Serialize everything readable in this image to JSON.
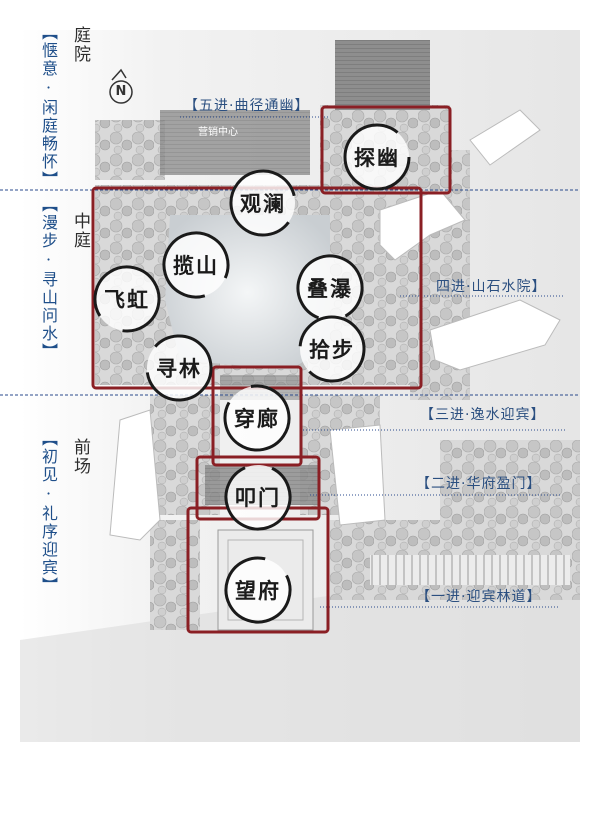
{
  "zones": {
    "top": {
      "title": "庭院",
      "slogan": "【惬意·闲庭畅怀】"
    },
    "middle": {
      "title": "中庭",
      "slogan": "【漫步·寻山问水】"
    },
    "front": {
      "title": "前场",
      "slogan": "【初见·礼序迎宾】"
    }
  },
  "compass": {
    "letter": "N"
  },
  "plan_texts": {
    "center_label": "营销中心"
  },
  "stages": [
    {
      "label": "【五进·曲径通幽】"
    },
    {
      "label": "四进·山石水院】"
    },
    {
      "label": "【三进·逸水迎宾】"
    },
    {
      "label": "【二进·华府盈门】"
    },
    {
      "label": "【一进·迎宾林道】"
    }
  ],
  "nodes": [
    {
      "label": "探幽"
    },
    {
      "label": "观澜"
    },
    {
      "label": "揽山"
    },
    {
      "label": "叠瀑"
    },
    {
      "label": "飞虹"
    },
    {
      "label": "拾步"
    },
    {
      "label": "寻林"
    },
    {
      "label": "穿廊"
    },
    {
      "label": "叩门"
    },
    {
      "label": "望府"
    }
  ],
  "colors": {
    "frame_red": "#8a1f24",
    "divider_blue": "#2a4a8c",
    "slogan_blue": "#1f4f8a"
  }
}
